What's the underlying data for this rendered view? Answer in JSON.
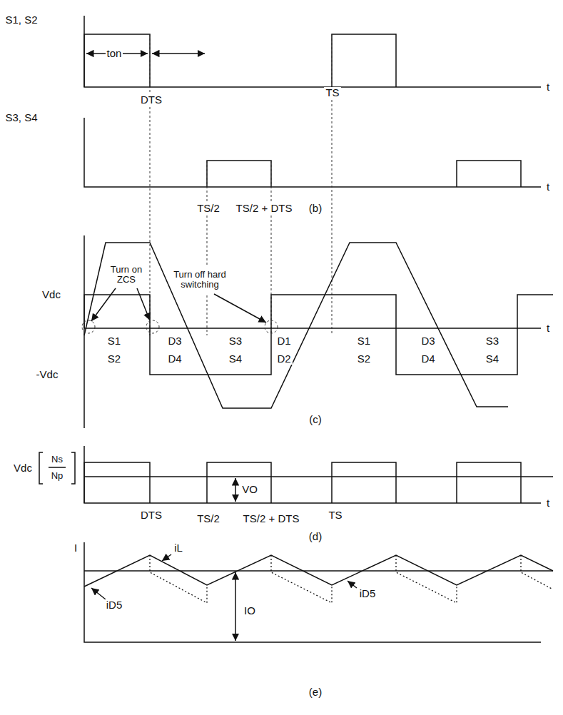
{
  "diagram": {
    "labels": [
      "S1, S2",
      "ton",
      "DTS",
      "TS",
      "t",
      "S3, S4",
      "t",
      "TS/2",
      "TS/2 + DTS",
      "(b)",
      "Vdc",
      "Turn on ZCS",
      "Turn off hard switching",
      "-Vdc",
      "S1",
      "S2",
      "D3",
      "D4",
      "S3",
      "S4",
      "D1",
      "D2",
      "S1",
      "S2",
      "D3",
      "D4",
      "S3",
      "S4",
      "(c)",
      "t",
      "Vdc",
      "Ns",
      "Np",
      "VO",
      "DTS",
      "TS/2",
      "TS/2 + DTS",
      "TS",
      "(d)",
      "t",
      "I",
      "iL",
      "iD5",
      "iD5",
      "IO",
      "(e)"
    ]
  }
}
